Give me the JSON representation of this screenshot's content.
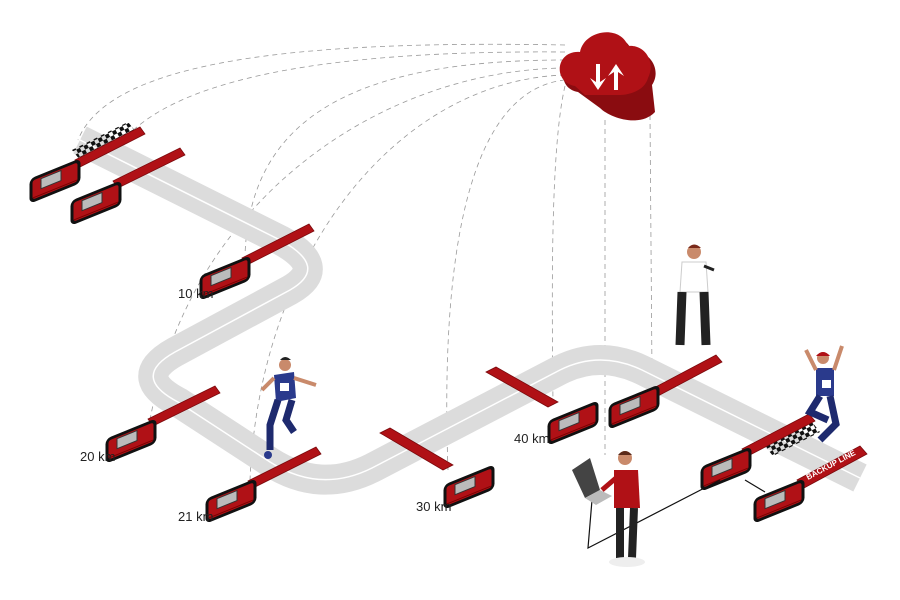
{
  "diagram": {
    "markers": [
      {
        "label": "10 km"
      },
      {
        "label": "20 km"
      },
      {
        "label": "21 km"
      },
      {
        "label": "30 km"
      },
      {
        "label": "40 km"
      }
    ],
    "backup_line_label": "BACKUP LINE",
    "icons": [
      "cloud-sync-icon",
      "timing-mat",
      "timing-box",
      "runner",
      "announcer",
      "operator-laptop",
      "finisher"
    ],
    "colors": {
      "accent": "#b01116",
      "track": "#dcdcdc",
      "dark": "#1a1a1a"
    }
  }
}
